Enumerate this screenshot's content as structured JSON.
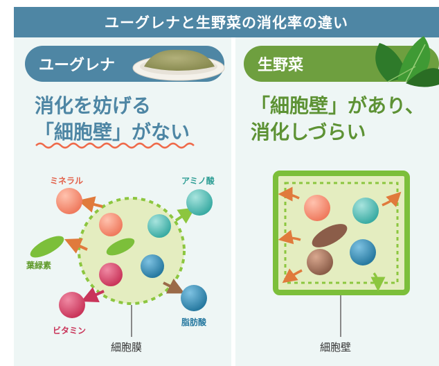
{
  "title": "ユーグレナと生野菜の消化率の違い",
  "left": {
    "tag": "ユーグレナ",
    "heading_line1": "消化を妨げる",
    "heading_line2": "「細胞壁」がない",
    "labels": {
      "minerals": "ミネラル",
      "amino": "アミノ酸",
      "chlorophyll": "葉緑素",
      "vitamin": "ビタミン",
      "fatty": "脂肪酸"
    },
    "caption": "細胞膜"
  },
  "right": {
    "tag": "生野菜",
    "heading_line1": "「細胞壁」があり、",
    "heading_line2": "消化しづらい",
    "caption": "細胞壁"
  },
  "colors": {
    "blue": "#4e86a4",
    "green": "#6e9f3f",
    "salmon": "#ef7a5e",
    "teal": "#3aaba3",
    "crimson": "#c9355a",
    "navy": "#2779a0",
    "leaf": "#7cbf3a",
    "brown": "#8b5d49",
    "cell_fill": "#e4edc0",
    "arrow": "#e07a3c"
  }
}
